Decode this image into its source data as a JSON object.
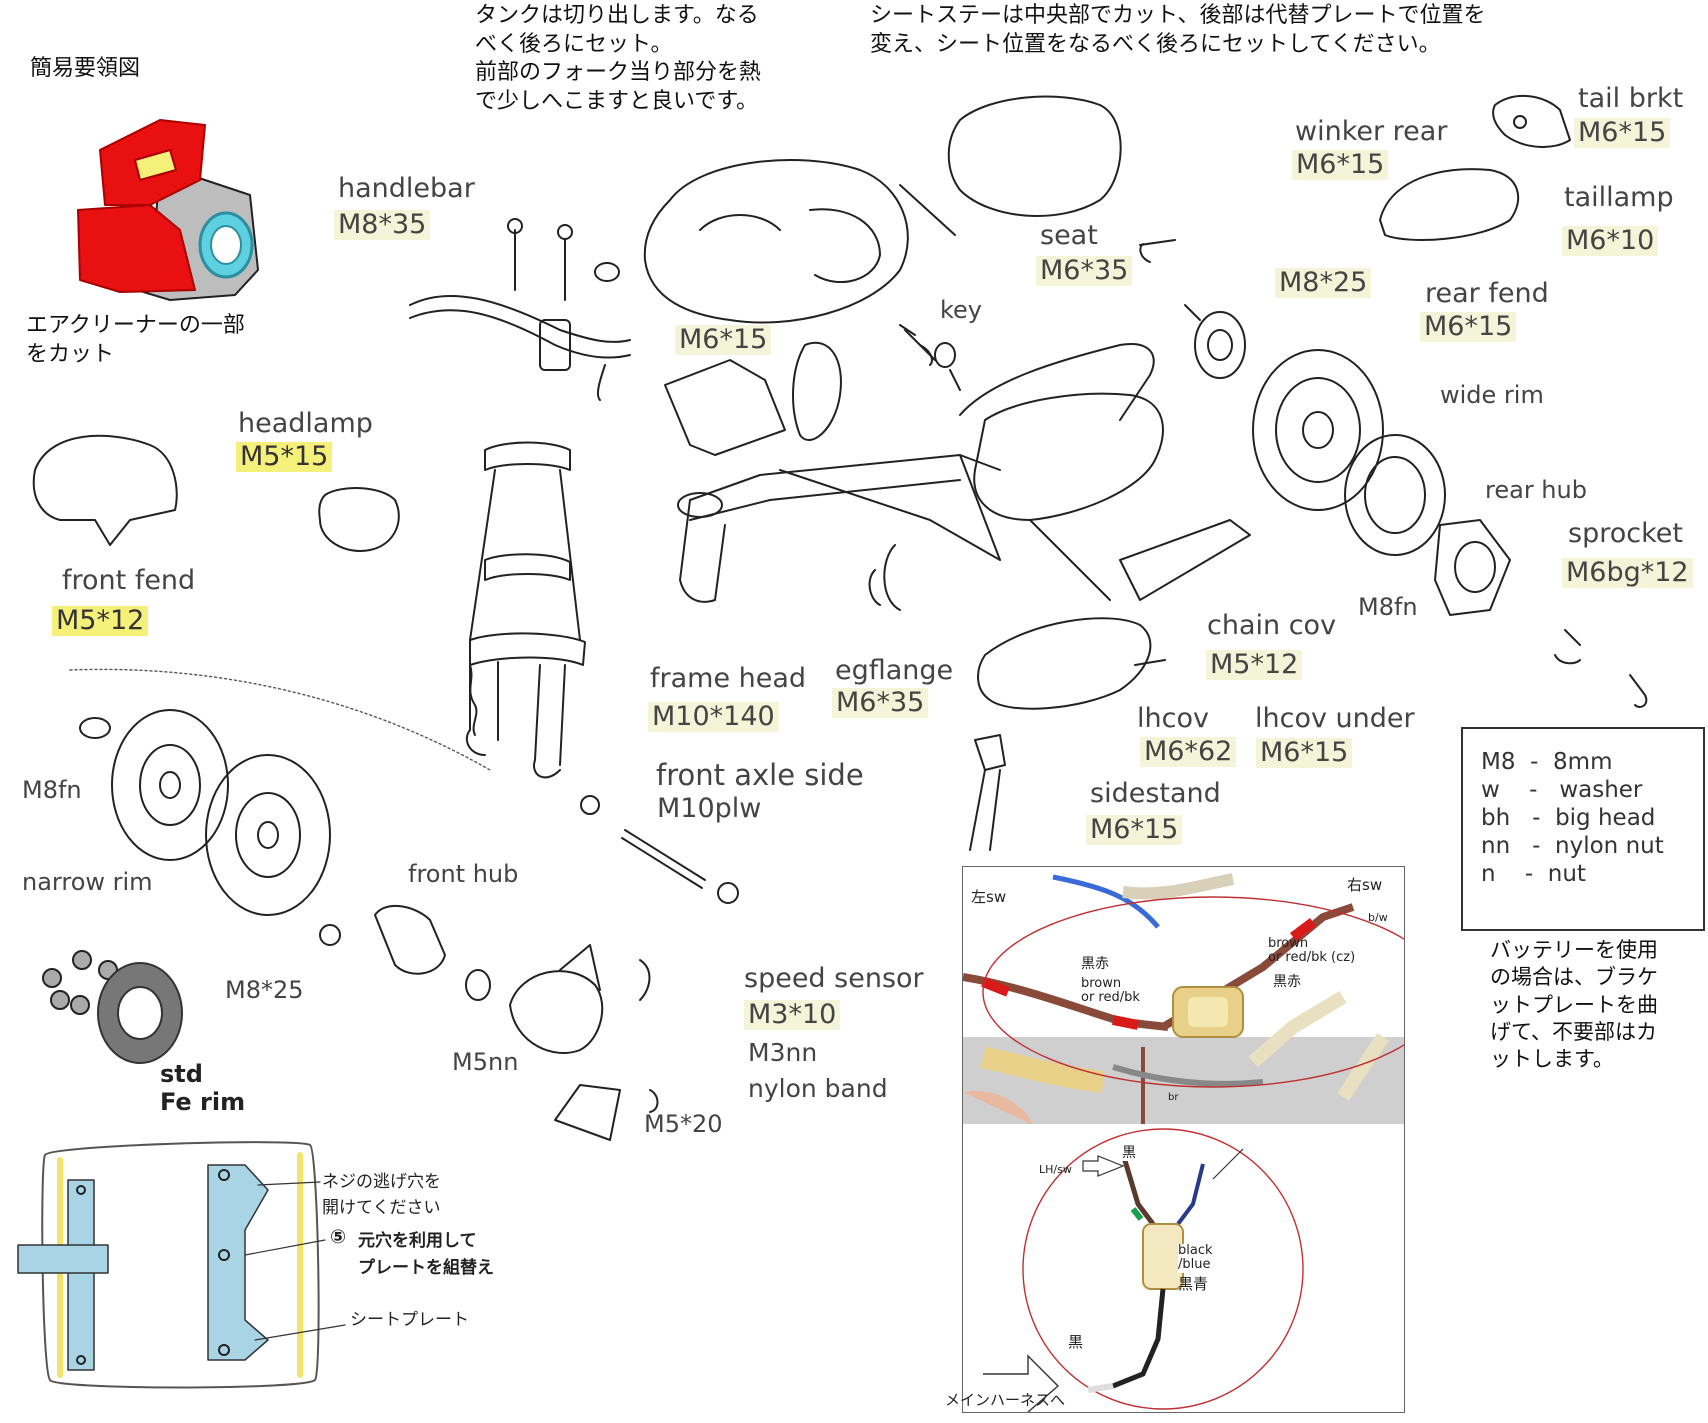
{
  "notes": {
    "simple_guide": "簡易要領図",
    "aircleaner": [
      "エアクリーナーの一部",
      "をカット"
    ],
    "tank": [
      "タンクは切り出します。なる",
      "べく後ろにセット。",
      "前部のフォーク当り部分を熱",
      "で少しへこますと良いです。"
    ],
    "seat_stay": [
      "シートステーは中央部でカット、後部は代替プレートで位置を",
      "変え、シート位置をなるべく後ろにセットしてください。"
    ],
    "battery": [
      "バッテリーを使用",
      "の場合は、ブラケ",
      "ットプレートを曲",
      "げて、不要部はカ",
      "ットします。"
    ]
  },
  "parts": {
    "handlebar": {
      "name": "handlebar",
      "spec": "M8*35"
    },
    "headlamp": {
      "name": "headlamp",
      "spec": "M5*15"
    },
    "front_fend": {
      "name": "front fend",
      "spec": "M5*12"
    },
    "tank_bolt": {
      "spec": "M6*15"
    },
    "seat": {
      "name": "seat",
      "spec": "M6*35"
    },
    "key": {
      "name": "key"
    },
    "winker_rear": {
      "name": "winker rear",
      "spec": "M6*15"
    },
    "tail_brkt": {
      "name": "tail brkt",
      "spec": "M6*15"
    },
    "taillamp": {
      "name": "taillamp",
      "spec": "M6*10"
    },
    "rear_fend": {
      "name": "rear fend",
      "spec": "M6*15"
    },
    "rear_m8": {
      "spec": "M8*25"
    },
    "wide_rim": {
      "name": "wide rim"
    },
    "rear_hub": {
      "name": "rear hub"
    },
    "sprocket": {
      "name": "sprocket",
      "spec": "M6bg*12"
    },
    "m8fn_right": {
      "spec": "M8fn"
    },
    "chain_cov": {
      "name": "chain cov",
      "spec": "M5*12"
    },
    "frame_head": {
      "name": "frame head",
      "spec": "M10*140"
    },
    "egflange": {
      "name": "egflange",
      "spec": "M6*35"
    },
    "lhcov": {
      "name": "lhcov",
      "spec": "M6*62"
    },
    "lhcov_under": {
      "name": "lhcov  under",
      "spec": "M6*15"
    },
    "sidestand": {
      "name": "sidestand",
      "spec": "M6*15"
    },
    "front_axle": {
      "name": "front axle side",
      "spec": "M10plw"
    },
    "m8fn_left": {
      "spec": "M8fn"
    },
    "narrow_rim": {
      "name": "narrow rim"
    },
    "front_hub": {
      "name": "front hub"
    },
    "m8_25_left": {
      "spec": "M8*25"
    },
    "m5nn": {
      "spec": "M5nn"
    },
    "m5_20": {
      "spec": "M5*20"
    },
    "speed_sensor": {
      "name": "speed sensor",
      "specs": [
        "M3*10",
        "M3nn",
        "nylon band"
      ]
    },
    "std_rim": {
      "name": [
        "std",
        "Fe rim"
      ]
    }
  },
  "legend": [
    {
      "key": "M8",
      "sep": "-",
      "val": "8mm"
    },
    {
      "key": "w",
      "sep": "-",
      "val": "washer"
    },
    {
      "key": "bh",
      "sep": "-",
      "val": "big head"
    },
    {
      "key": "nn",
      "sep": "-",
      "val": "nylon nut"
    },
    {
      "key": "n",
      "sep": "-",
      "val": "nut"
    }
  ],
  "seat_plate": {
    "hole_note": [
      "ネジの逃げ穴を",
      "開けてください"
    ],
    "step_number": "⑤",
    "reuse_note": [
      "元穴を利用して",
      "プレートを組替え"
    ],
    "plate_label": "シートプレート"
  },
  "wiring_top": {
    "left_sw": "左sw",
    "right_sw": "右sw",
    "bw": "b/w",
    "left_jp": "黒赤",
    "left_en": [
      "brown",
      "or red/bk"
    ],
    "right_en": [
      "brown",
      "or red/bk (cz)"
    ],
    "right_jp": "黒赤",
    "br": "br"
  },
  "wiring_bottom": {
    "black_top": "黒",
    "lh_sw": "LH/sw",
    "black_blue_en": [
      "black",
      "/blue"
    ],
    "black_blue_jp": "黒青",
    "black_bottom": "黒",
    "main_harness": "メインハーネスへ"
  },
  "colors": {
    "highlight": "#f5f07a",
    "spec_bg": "#f4f4d8",
    "plate_fill": "#a8d4e6",
    "aircleaner_red": "#e81010",
    "aircleaner_cyan": "#5fd0e0",
    "wire_red": "#d81a1a",
    "ellipse_red": "#c03030"
  }
}
